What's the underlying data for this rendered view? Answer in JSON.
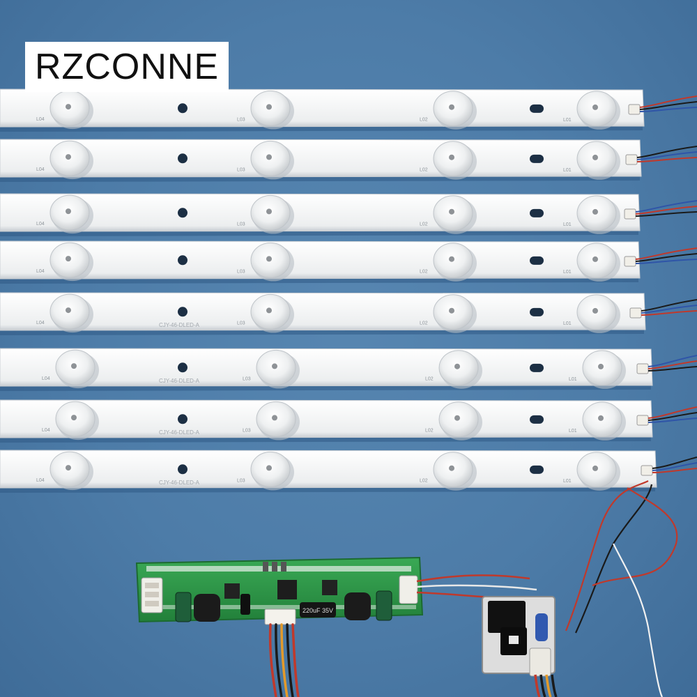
{
  "brand": {
    "text": "RZCONNE"
  },
  "led_strips": {
    "count": 8,
    "led_per_strip": 4,
    "led_labels": [
      "L04",
      "L03",
      "L02",
      "L01"
    ],
    "part_number": "CJY-46-DLED-A"
  },
  "driver_board": {
    "capacitor_marking": "220uF 35V"
  },
  "colors": {
    "background": "#4d7ca8",
    "strip": "#f4f5f5",
    "board": "#2e9a47",
    "wire_red": "#c0392b",
    "wire_black": "#1a1a1a",
    "wire_blue": "#2f55a8"
  }
}
